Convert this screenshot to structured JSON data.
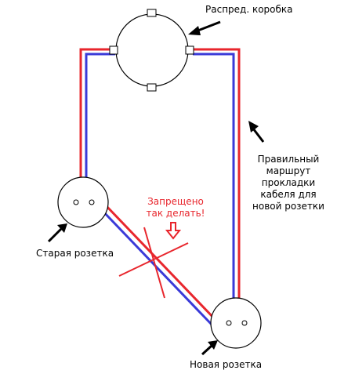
{
  "labels": {
    "junction_box": "Распред. коробка",
    "correct_route": [
      "Правильный",
      "маршрут",
      "прокладки",
      "кабеля для",
      "новой розетки"
    ],
    "forbidden": [
      "Запрещено",
      "так делать!"
    ],
    "old_socket": "Старая розетка",
    "new_socket": "Новая розетка"
  },
  "colors": {
    "wire_phase": "#e8262d",
    "wire_neutral": "#3a3ad8",
    "outline": "#000000",
    "warning_text": "#e8262d"
  },
  "icons": [
    "arrow-icon",
    "down-arrow-icon",
    "cross-mark-icon"
  ]
}
